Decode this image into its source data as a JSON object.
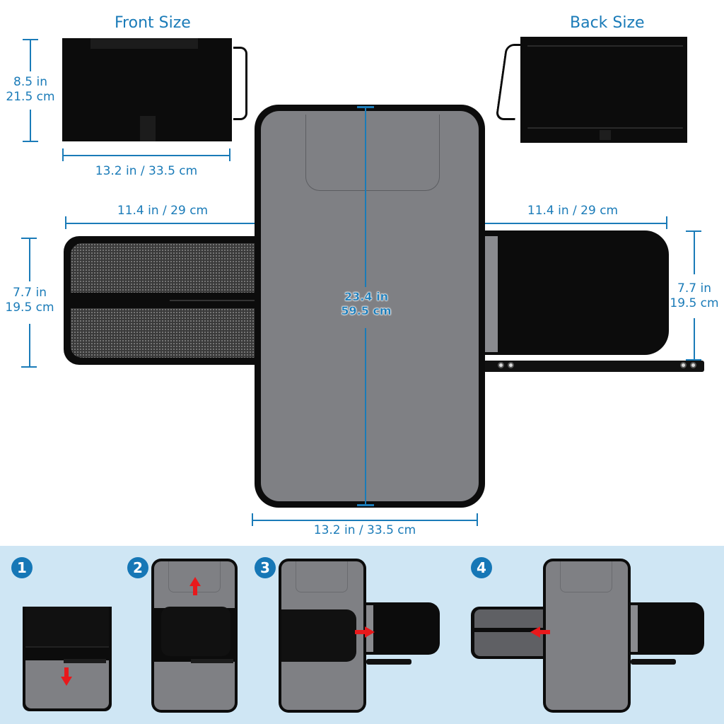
{
  "front": {
    "title": "Front Size",
    "height_in": "8.5 in",
    "height_cm": "21.5 cm",
    "width": "13.2 in / 33.5 cm"
  },
  "back": {
    "title": "Back Size"
  },
  "unfolded": {
    "left_flap_width": "11.4 in / 29 cm",
    "left_flap_height_in": "7.7 in",
    "left_flap_height_cm": "19.5 cm",
    "right_flap_width": "11.4 in / 29 cm",
    "right_flap_height_in": "7.7 in",
    "right_flap_height_cm": "19.5 cm",
    "length_in": "23.4 in",
    "length_cm": "59.5 cm",
    "width": "13.2 in / 33.5 cm"
  },
  "steps": [
    {
      "number": "1",
      "arrow": "down"
    },
    {
      "number": "2",
      "arrow": "up"
    },
    {
      "number": "3",
      "arrow": "right"
    },
    {
      "number": "4",
      "arrow": "left"
    }
  ],
  "colors": {
    "accent": "#1a7bb8",
    "steps_bg": "#cfe6f4",
    "badge": "#1677b6",
    "arrow": "#e8191c",
    "mat_grey": "#7f8084",
    "fabric_black": "#0c0c0c"
  }
}
